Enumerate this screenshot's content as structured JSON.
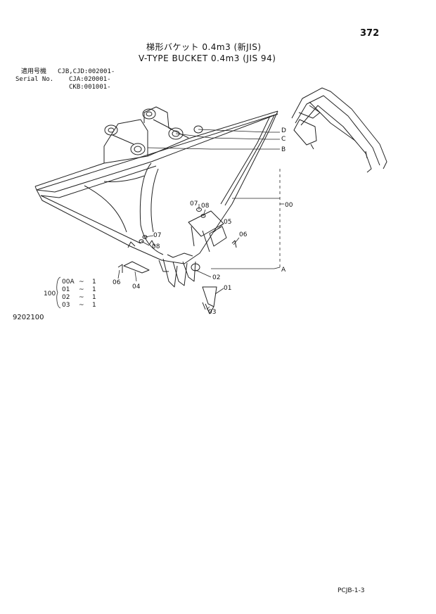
{
  "page_number": "372",
  "title_jp": "梯形バケット 0.4m3 (新JIS)",
  "title_en": "V-TYPE BUCKET 0.4m3 (JIS 94)",
  "serial": {
    "label_jp": "適用号機",
    "label_en": "Serial No.",
    "values": [
      "CJB,CJD:002001-",
      "CJA:020001-",
      "CKB:001001-"
    ]
  },
  "callouts": {
    "00": "00",
    "01": "01",
    "02": "02",
    "03": "03",
    "04": "04",
    "05": "05",
    "06a": "06",
    "06b": "06",
    "07a": "07",
    "07b": "07",
    "08a": "08",
    "08b": "08",
    "A": "A",
    "B": "B",
    "C": "C",
    "D": "D"
  },
  "quantity_table": {
    "group": "100",
    "rows": [
      {
        "part": "00A",
        "sep": "~",
        "qty": "1"
      },
      {
        "part": "01",
        "sep": "~",
        "qty": "1"
      },
      {
        "part": "02",
        "sep": "~",
        "qty": "1"
      },
      {
        "part": "03",
        "sep": "~",
        "qty": "1"
      }
    ]
  },
  "diagram_code": "9202100",
  "footer_code": "PCJB-1-3"
}
